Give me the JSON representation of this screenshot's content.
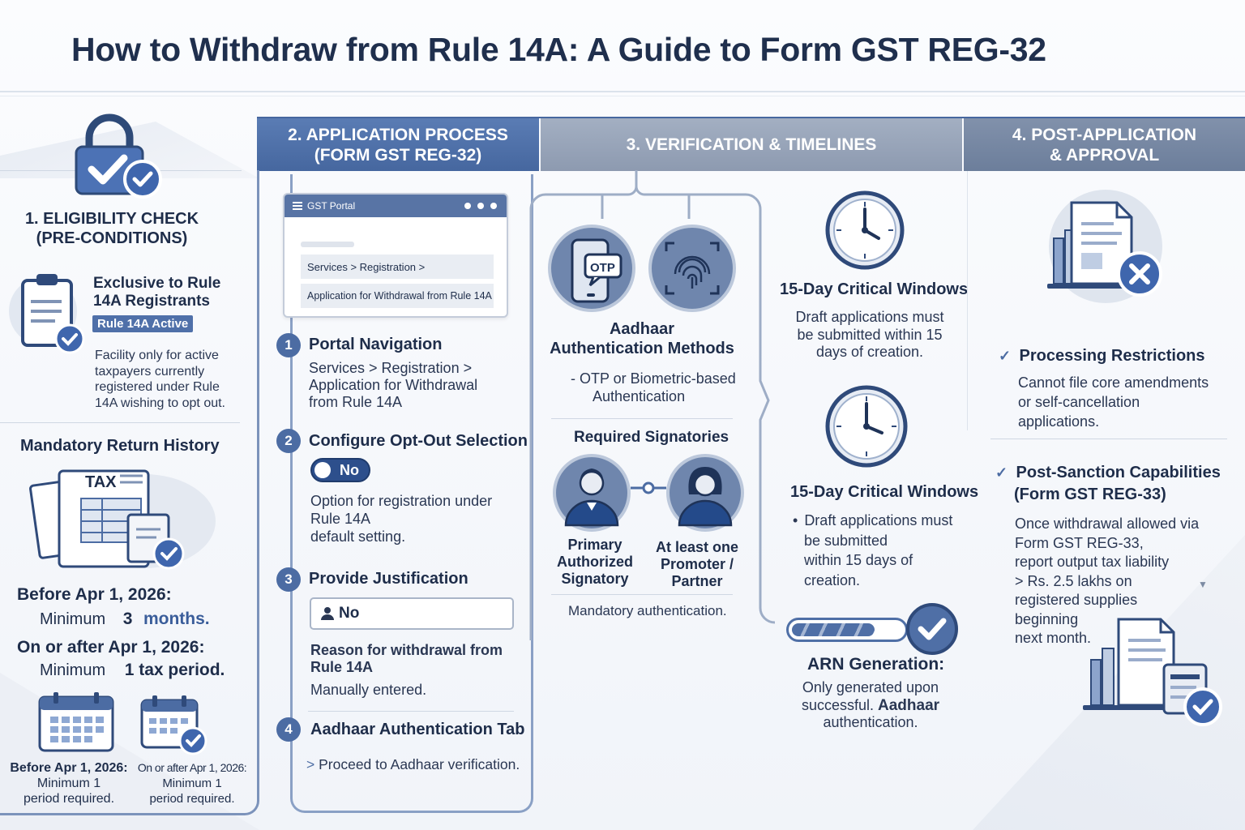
{
  "title": "How to Withdraw from Rule 14A: A Guide to Form GST REG-32",
  "colors": {
    "primary": "#4c6ca3",
    "header2": "#4f70a9",
    "header3": "#98a5ba",
    "header4": "#7687a4",
    "text": "#1e2d4a"
  },
  "section1": {
    "heading_line1": "1. ELIGIBILITY CHECK",
    "heading_line2": "(PRE-CONDITIONS)",
    "exclusive_line1": "Exclusive to Rule",
    "exclusive_line2": "14A Registrants",
    "badge": "Rule 14A Active",
    "facility_lines": [
      "Facility only for active",
      "taxpayers currently",
      "registered under Rule",
      "14A wishing to opt out."
    ],
    "return_history": "Mandatory Return History",
    "tax_icon_label": "TAX",
    "before_label": "Before Apr 1, 2026:",
    "before_min_word": "Minimum",
    "before_min_num": "3",
    "before_min_unit": "months.",
    "after_label": "On or after Apr 1, 2026:",
    "after_min_word": "Minimum",
    "after_min_value": "1 tax period.",
    "cal1_label": "Before Apr 1, 2026:",
    "cal1_line2": "Minimum 1",
    "cal1_line3": "period required.",
    "cal2_label": "On or after Apr 1, 2026:",
    "cal2_line2": "Minimum 1",
    "cal2_line3": "period required."
  },
  "section2": {
    "header_line1": "2. APPLICATION PROCESS",
    "header_line2": "(FORM GST REG-32)",
    "portal_title": "GST Portal",
    "crumb1": "Services > Registration >",
    "crumb2": "Application for Withdrawal from Rule 14A",
    "steps": [
      {
        "num": "1",
        "title": "Portal Navigation",
        "lines": [
          "Services > Registration >",
          "Application for Withdrawal",
          "from Rule 14A"
        ]
      },
      {
        "num": "2",
        "title": "Configure Opt-Out Selection",
        "toggle": "No",
        "lines": [
          "Option for registration under",
          "Rule 14A",
          "default setting."
        ]
      },
      {
        "num": "3",
        "title": "Provide Justification",
        "input": "No",
        "lines": [
          "Reason for withdrawal from",
          "Rule 14A"
        ],
        "note": "Manually entered."
      },
      {
        "num": "4",
        "title": "Aadhaar Authentication Tab",
        "lines": [
          "Proceed to Aadhaar verification."
        ]
      }
    ]
  },
  "section3": {
    "header": "3. VERIFICATION & TIMELINES",
    "otp_label": "OTP",
    "auth_title_line1": "Aadhaar",
    "auth_title_line2": "Authentication Methods",
    "auth_desc_line1": "- OTP or Biometric-based",
    "auth_desc_line2": "Authentication",
    "signatories_title": "Required Signatories",
    "sig1_lines": [
      "Primary",
      "Authorized",
      "Signatory"
    ],
    "sig2_lines": [
      "At least one",
      "Promoter /",
      "Partner"
    ],
    "mandatory": "Mandatory authentication.",
    "window1_title": "15-Day Critical Windows",
    "window1_lines": [
      "Draft applications must",
      "be submitted within 15",
      "days of creation."
    ],
    "window2_title": "15-Day Critical Windows",
    "window2_lines": [
      "Draft applications must",
      "be submitted",
      "within 15 days of",
      "creation."
    ],
    "progress_fraction": 0.75,
    "arn_title": "ARN Generation:",
    "arn_line1": "Only generated upon",
    "arn_line2a": "successful.",
    "arn_line2b": "Aadhaar",
    "arn_line3": "authentication."
  },
  "section4": {
    "header_line1": "4. POST-APPLICATION",
    "header_line2": "& APPROVAL",
    "restrict_title": "Processing Restrictions",
    "restrict_lines": [
      "Cannot file core amendments",
      "or self-cancellation",
      "applications."
    ],
    "sanction_title_line1": "Post-Sanction Capabilities",
    "sanction_title_line2": "(Form GST REG-33)",
    "sanction_lines": [
      "Once withdrawal allowed via",
      "Form GST REG-33,",
      "report output tax liability",
      "> Rs. 2.5 lakhs on",
      "registered supplies",
      "beginning",
      "next month."
    ]
  }
}
